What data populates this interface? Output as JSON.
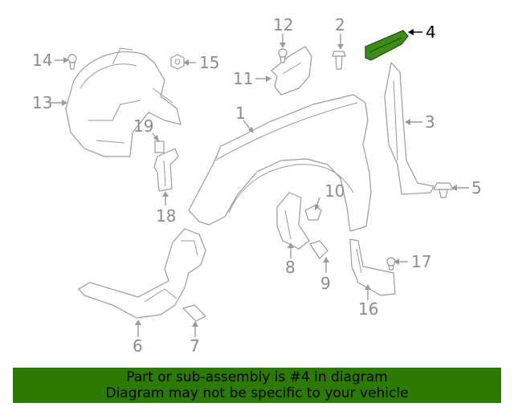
{
  "callouts": {
    "c1": "1",
    "c2": "2",
    "c3": "3",
    "c4": "4",
    "c5": "5",
    "c6": "6",
    "c7": "7",
    "c8": "8",
    "c9": "9",
    "c10": "10",
    "c11": "11",
    "c12": "12",
    "c13": "13",
    "c14": "14",
    "c15": "15",
    "c16": "16",
    "c17": "17",
    "c18": "18",
    "c19": "19"
  },
  "highlighted_part": "4",
  "colors": {
    "banner": "#2d7a00",
    "highlight": "#3d8c1a",
    "line": "#9a9a9a"
  },
  "banner": {
    "line1": "Part or sub-assembly is #4 in diagram",
    "line2": "Diagram may not be specific to your vehicle"
  }
}
